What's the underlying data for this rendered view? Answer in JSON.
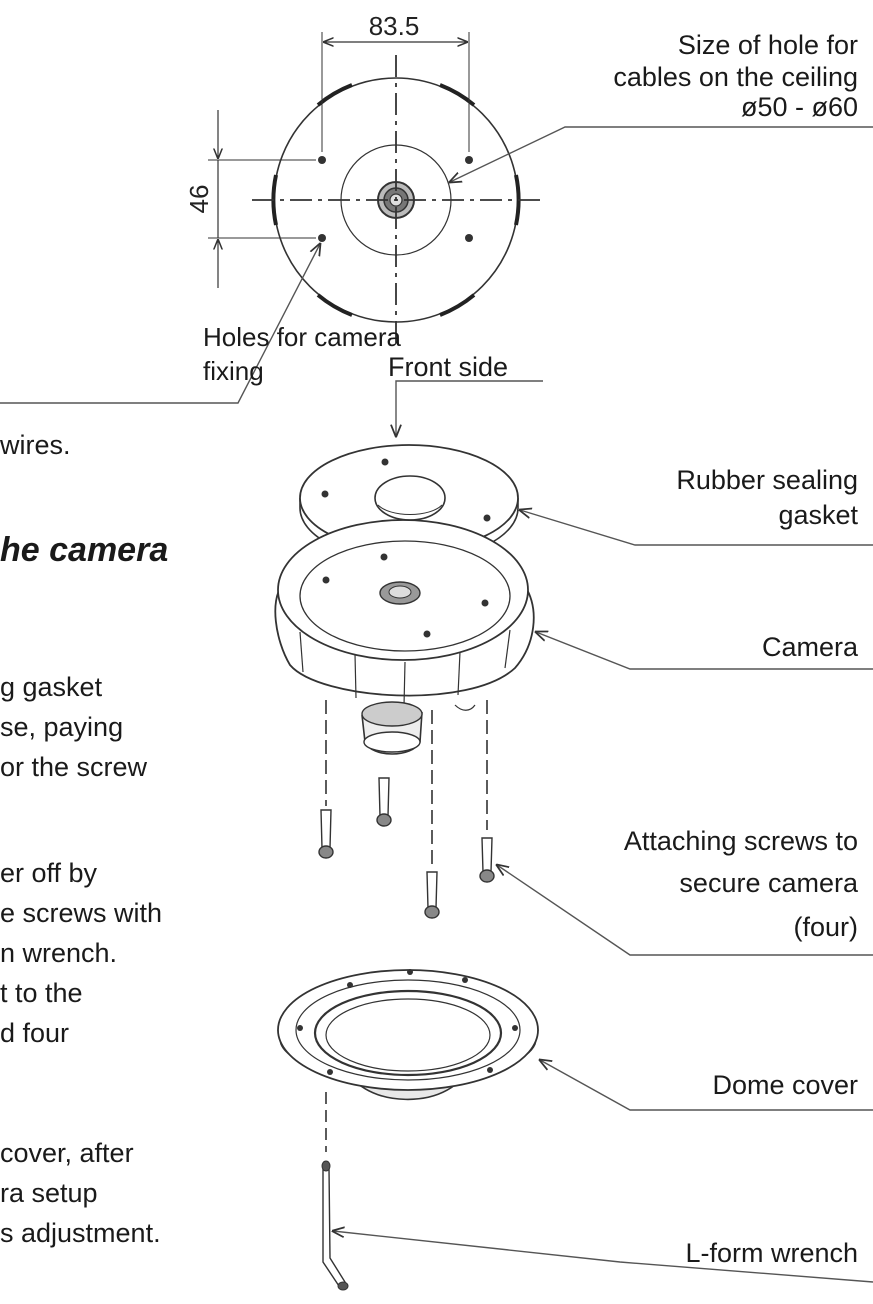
{
  "dimensions": {
    "width_label": "83.5",
    "height_label": "46"
  },
  "labels": {
    "hole_size_line1": "Size of hole for",
    "hole_size_line2": "cables on the ceiling",
    "hole_size_line3": "ø50 - ø60",
    "camera_holes_line1": "Holes for camera",
    "camera_holes_line2": "fixing",
    "front_side": "Front side",
    "gasket_line1": "Rubber sealing",
    "gasket_line2": "gasket",
    "camera": "Camera",
    "screws_line1": "Attaching screws to",
    "screws_line2": "secure camera",
    "screws_line3": "(four)",
    "dome_cover": "Dome cover",
    "wrench": "L-form wrench"
  },
  "body_text": {
    "line_wires": "wires.",
    "heading_fragment": "he camera",
    "p1_l1": "g gasket",
    "p1_l2": "se, paying",
    "p1_l3": "or the screw",
    "p2_l1": "er off by",
    "p2_l2": "e screws with",
    "p2_l3": "n wrench.",
    "p2_l4": "t to the",
    "p2_l5": "d four",
    "p3_l1": "cover, after",
    "p3_l2": "ra setup",
    "p3_l3": "s adjustment."
  }
}
